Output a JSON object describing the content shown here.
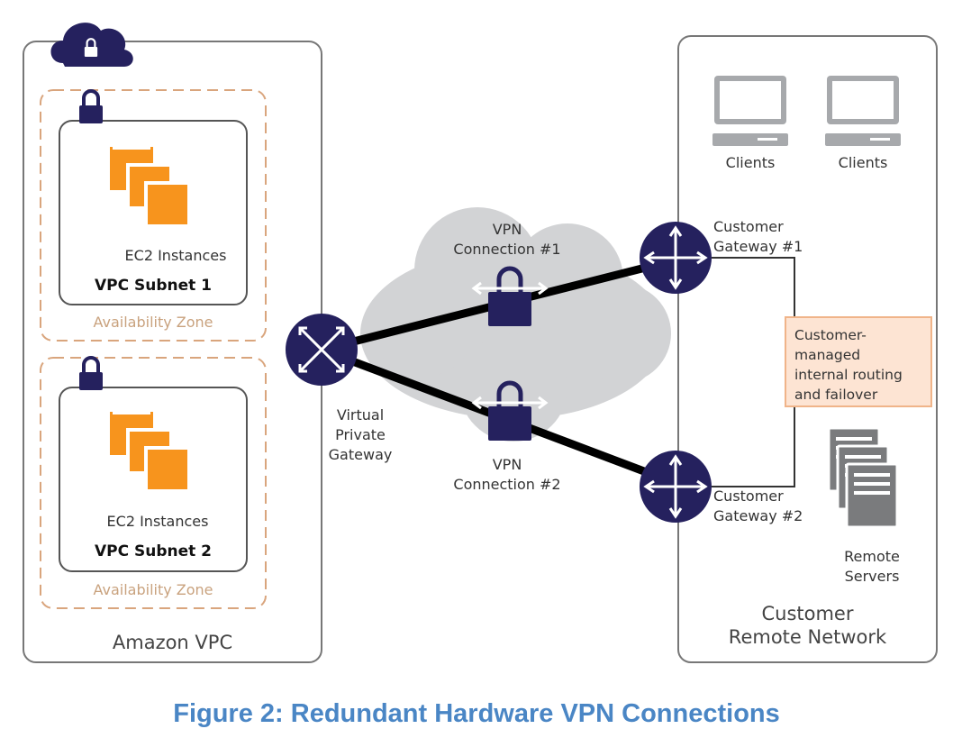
{
  "vpc": {
    "title": "Amazon VPC",
    "subnets": [
      {
        "name": "VPC Subnet 1",
        "instances_label": "EC2 Instances",
        "zone_label": "Availability Zone"
      },
      {
        "name": "VPC Subnet 2",
        "instances_label": "EC2 Instances",
        "zone_label": "Availability Zone"
      }
    ]
  },
  "virtual_gateway": {
    "label_lines": [
      "Virtual",
      "Private",
      "Gateway"
    ]
  },
  "vpn_connections": [
    {
      "label_lines": [
        "VPN",
        "Connection #1"
      ]
    },
    {
      "label_lines": [
        "VPN",
        "Connection #2"
      ]
    }
  ],
  "customer": {
    "title_lines": [
      "Customer",
      "Remote Network"
    ],
    "clients": [
      "Clients",
      "Clients"
    ],
    "gateways": [
      {
        "label_lines": [
          "Customer",
          "Gateway #1"
        ]
      },
      {
        "label_lines": [
          "Customer",
          "Gateway #2"
        ]
      }
    ],
    "routing_note": "Customer-\nmanaged\ninternal routing\nand failover",
    "servers_label_lines": [
      "Remote",
      "Servers"
    ]
  },
  "caption": "Figure 2: Redundant Hardware VPN Connections",
  "colors": {
    "navy": "#25215e",
    "orange": "#f7941d",
    "zone_border": "#d9a57d",
    "cloud": "#d2d3d5",
    "note_fill": "#fde4d3",
    "note_border": "#f0b489",
    "caption": "#4a86c5",
    "device_gray": "#a7a9ac"
  }
}
